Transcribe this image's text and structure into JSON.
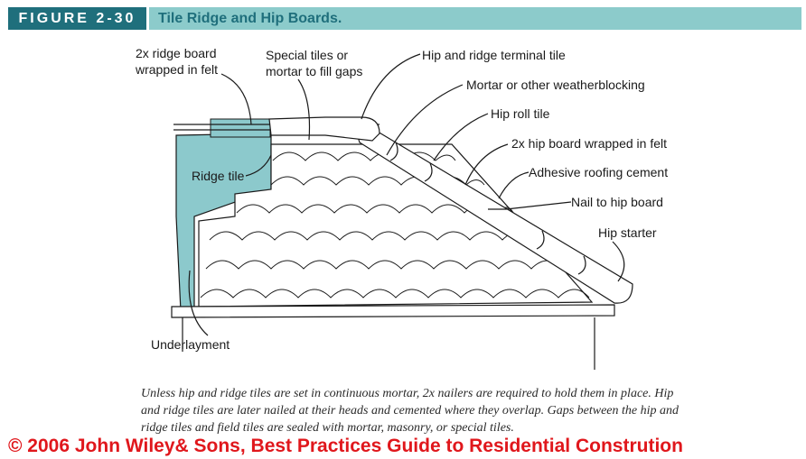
{
  "header": {
    "figure_label": "FIGURE 2-30",
    "title": "Tile Ridge and Hip Boards."
  },
  "callouts": {
    "ridge_board_line1": "2x ridge board",
    "ridge_board_line2": "wrapped in felt",
    "special_tiles_line1": "Special tiles or",
    "special_tiles_line2": "mortar to fill gaps",
    "terminal_tile": "Hip and ridge terminal tile",
    "mortar": "Mortar or other weatherblocking",
    "hip_roll": "Hip roll tile",
    "hip_board": "2x hip board wrapped in felt",
    "adhesive": "Adhesive roofing cement",
    "nail": "Nail to hip board",
    "hip_starter": "Hip starter",
    "ridge_tile": "Ridge tile",
    "underlayment": "Underlayment"
  },
  "caption": "Unless hip and ridge tiles are set in continuous mortar, 2x nailers are required to hold them in place. Hip and ridge tiles are later nailed at their heads and cemented where they overlap. Gaps between the hip and ridge tiles and field tiles are sealed with mortar, masonry, or special tiles.",
  "copyright": "© 2006 John Wiley& Sons, Best Practices Guide to Residential Constrution",
  "colors": {
    "badge": "#1f6f7c",
    "title_bar": "#8ccbcb",
    "felt_teal": "#8cc9cc",
    "copyright_red": "#e0171c"
  }
}
